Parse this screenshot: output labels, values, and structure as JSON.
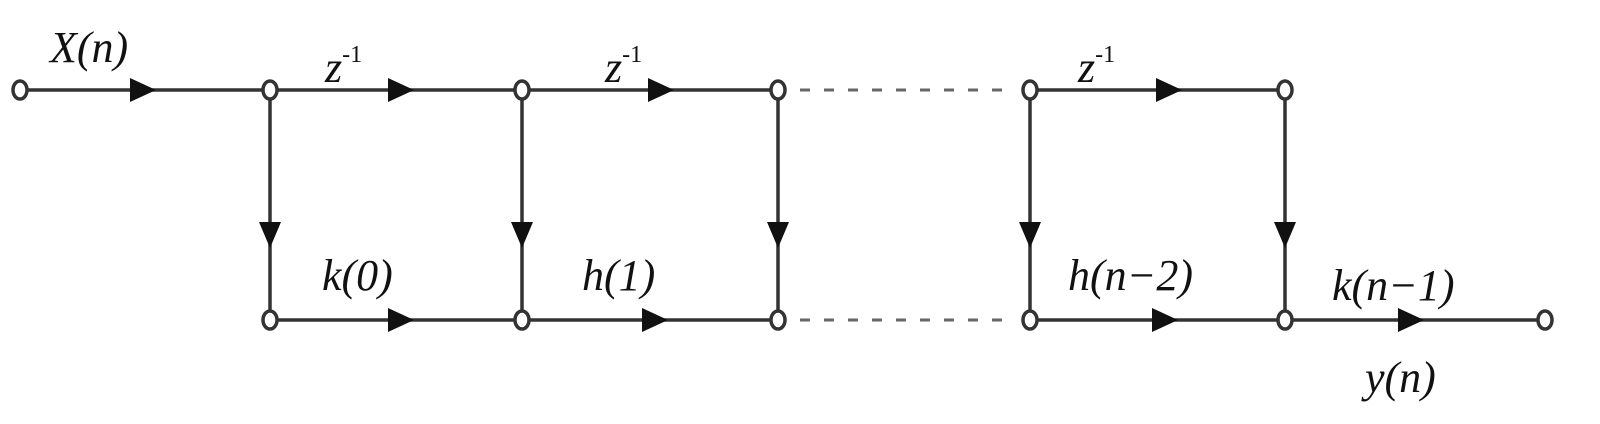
{
  "diagram": {
    "title": "FIR filter signal flow graph",
    "input_label": "X(n)",
    "delay_labels": [
      "z",
      "z",
      "z"
    ],
    "delay_exponent": "-1",
    "coefficient_labels": [
      "k(0)",
      "h(1)",
      "h(n−2)",
      "k(n−1)"
    ],
    "output_label": "y(n)"
  }
}
